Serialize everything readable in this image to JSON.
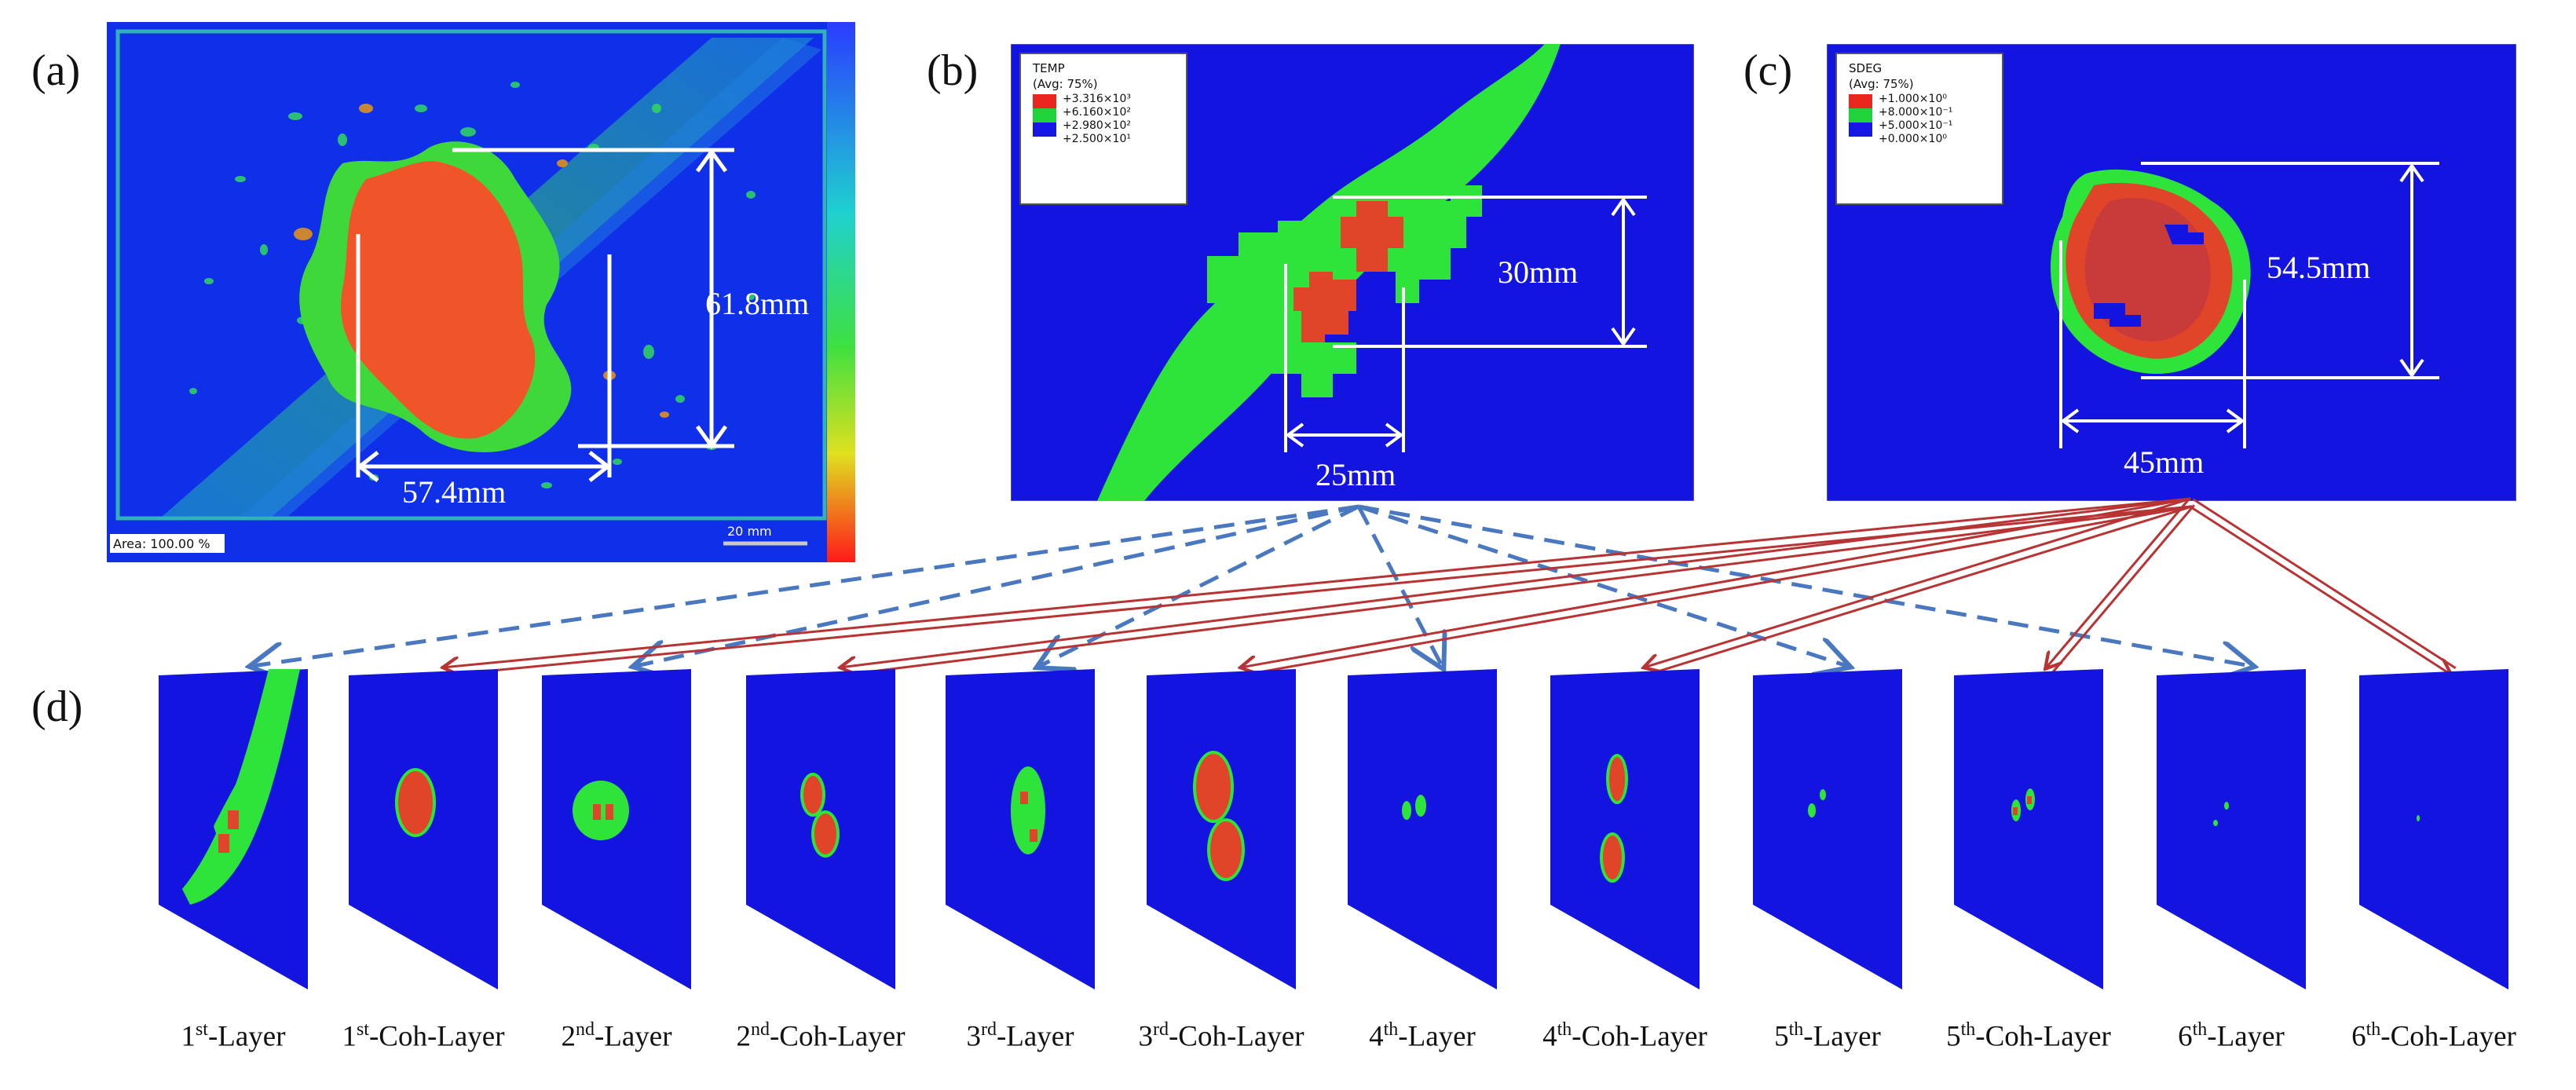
{
  "panels": {
    "a": {
      "label": "(a)",
      "width_dim": "57.4mm",
      "height_dim": "61.8mm",
      "area_text": "Area: 100.00 %",
      "scale_text": "20 mm"
    },
    "b": {
      "label": "(b)",
      "legend_title": "TEMP",
      "legend_avg": "(Avg: 75%)",
      "legend": [
        {
          "value": "+3.316×10³",
          "color": "#e8261e"
        },
        {
          "value": "+6.160×10²",
          "color": "#1fd33a"
        },
        {
          "value": "+2.980×10²",
          "color": "#1fd33a"
        },
        {
          "value": "+2.500×10¹",
          "color": "#1515e6"
        }
      ],
      "height_dim": "30mm",
      "width_dim": "25mm"
    },
    "c": {
      "label": "(c)",
      "legend_title": "SDEG",
      "legend_avg": "(Avg: 75%)",
      "legend": [
        {
          "value": "+1.000×10⁰",
          "color": "#e8261e"
        },
        {
          "value": "+8.000×10⁻¹",
          "color": "#1fd33a"
        },
        {
          "value": "+5.000×10⁻¹",
          "color": "#1fd33a"
        },
        {
          "value": "+0.000×10⁰",
          "color": "#1515e6"
        }
      ],
      "height_dim": "54.5mm",
      "width_dim": "45mm"
    },
    "d": {
      "label": "(d)"
    }
  },
  "layers": [
    {
      "ord": "1",
      "sup": "st",
      "name": "-Layer"
    },
    {
      "ord": "1",
      "sup": "st",
      "name": "-Coh-Layer"
    },
    {
      "ord": "2",
      "sup": "nd",
      "name": "-Layer"
    },
    {
      "ord": "2",
      "sup": "nd",
      "name": "-Coh-Layer"
    },
    {
      "ord": "3",
      "sup": "rd",
      "name": "-Layer"
    },
    {
      "ord": "3",
      "sup": "rd",
      "name": "-Coh-Layer"
    },
    {
      "ord": "4",
      "sup": "th",
      "name": "-Layer"
    },
    {
      "ord": "4",
      "sup": "th",
      "name": "-Coh-Layer"
    },
    {
      "ord": "5",
      "sup": "th",
      "name": "-Layer"
    },
    {
      "ord": "5",
      "sup": "th",
      "name": "-Coh-Layer"
    },
    {
      "ord": "6",
      "sup": "th",
      "name": "-Layer"
    },
    {
      "ord": "6",
      "sup": "th",
      "name": "-Coh-Layer"
    }
  ],
  "colors": {
    "blue": "#1414e0",
    "green": "#2ee33a",
    "red": "#e0452a",
    "dashed_arrow": "#4a78c0",
    "solid_arrow": "#b83333"
  }
}
